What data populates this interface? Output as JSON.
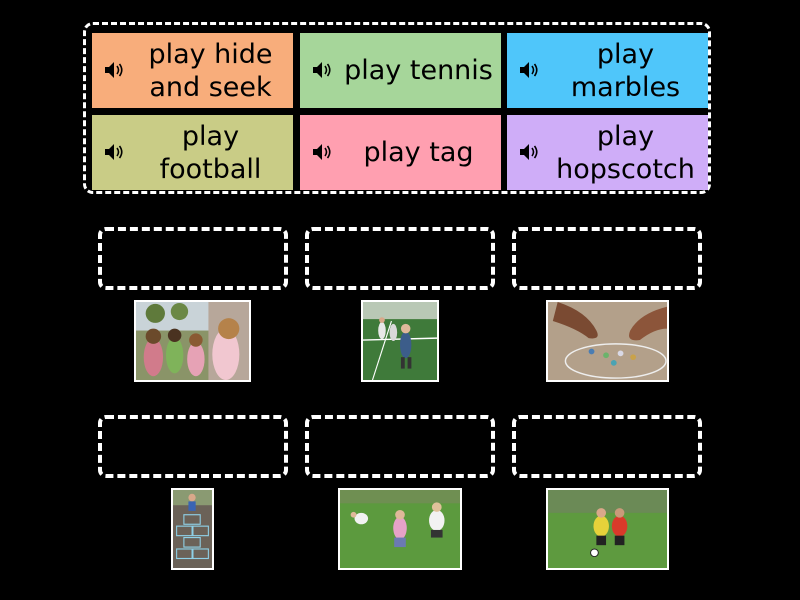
{
  "tiles": [
    {
      "label": "play hide and seek",
      "color": "#f8ad7b"
    },
    {
      "label": "play tennis",
      "color": "#a6d69a"
    },
    {
      "label": "play marbles",
      "color": "#4fc6fa"
    },
    {
      "label": "play football",
      "color": "#c9cc86"
    },
    {
      "label": "play tag",
      "color": "#ff9fb0"
    },
    {
      "label": "play hopscotch",
      "color": "#cfadf8"
    }
  ],
  "icons": {
    "speaker": "speaker-icon"
  },
  "photos": [
    {
      "subject": "children-hiding-photo"
    },
    {
      "subject": "tennis-court-photo"
    },
    {
      "subject": "marbles-photo"
    },
    {
      "subject": "hopscotch-photo"
    },
    {
      "subject": "girls-running-field-photo"
    },
    {
      "subject": "kids-soccer-photo"
    }
  ]
}
